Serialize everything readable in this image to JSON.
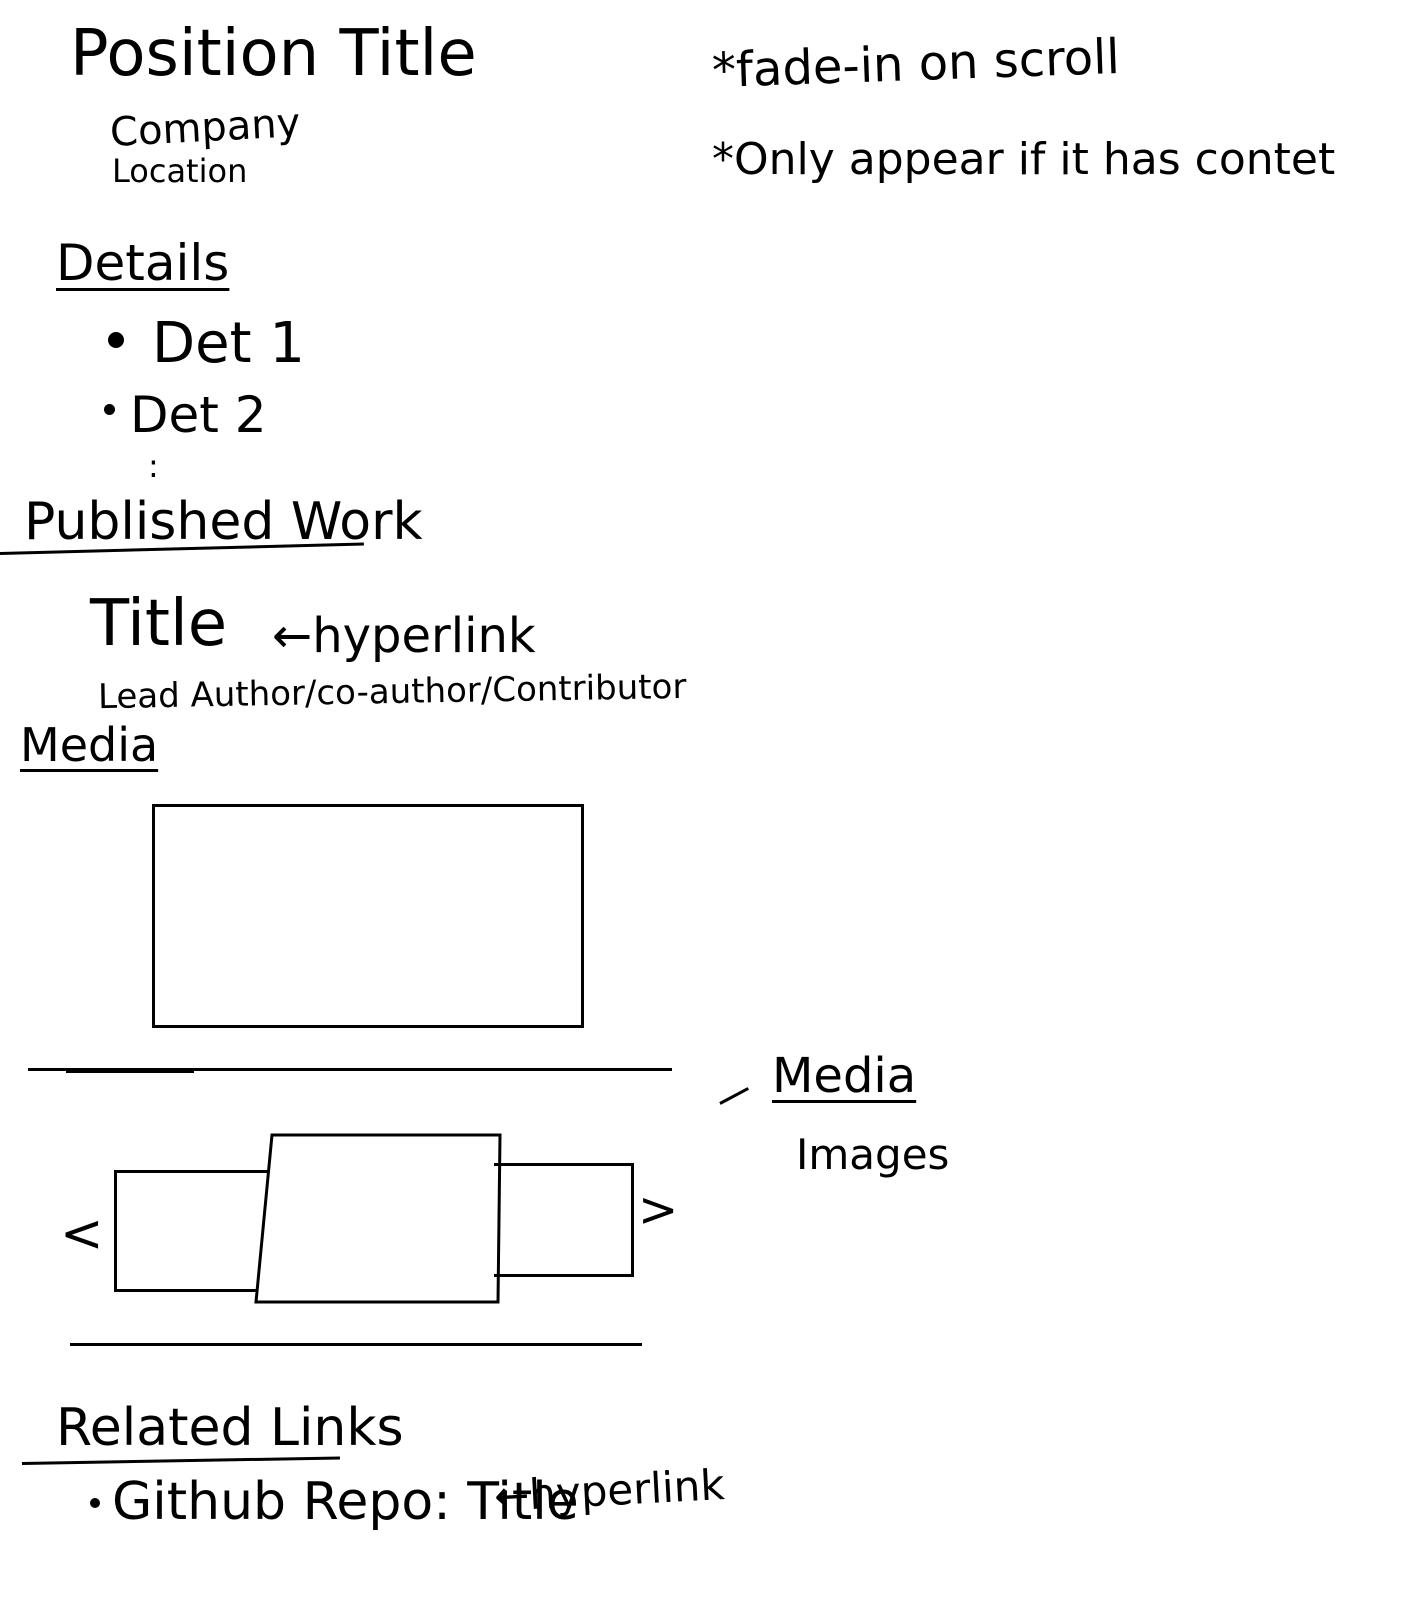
{
  "header": {
    "position_title": "Position Title",
    "company": "Company",
    "location": "Location"
  },
  "notes": {
    "note_1": "*fade-in on scroll",
    "note_2": "*Only appear if it has contet"
  },
  "details": {
    "heading": "Details",
    "items": [
      "Det 1",
      "Det 2"
    ],
    "ellipsis": ":"
  },
  "published_work": {
    "heading": "Published Work",
    "title": "Title",
    "title_annotation": "←hyperlink",
    "roles": "Lead Author/co-author/Contributor"
  },
  "media": {
    "heading": "Media",
    "carousel_prev": "<",
    "carousel_next": ">",
    "side_note_heading": "Media",
    "side_note_sub": "Images"
  },
  "related_links": {
    "heading": "Related Links",
    "items": [
      {
        "label": "Github Repo: Title",
        "annotation": "←hyperlink"
      }
    ]
  }
}
